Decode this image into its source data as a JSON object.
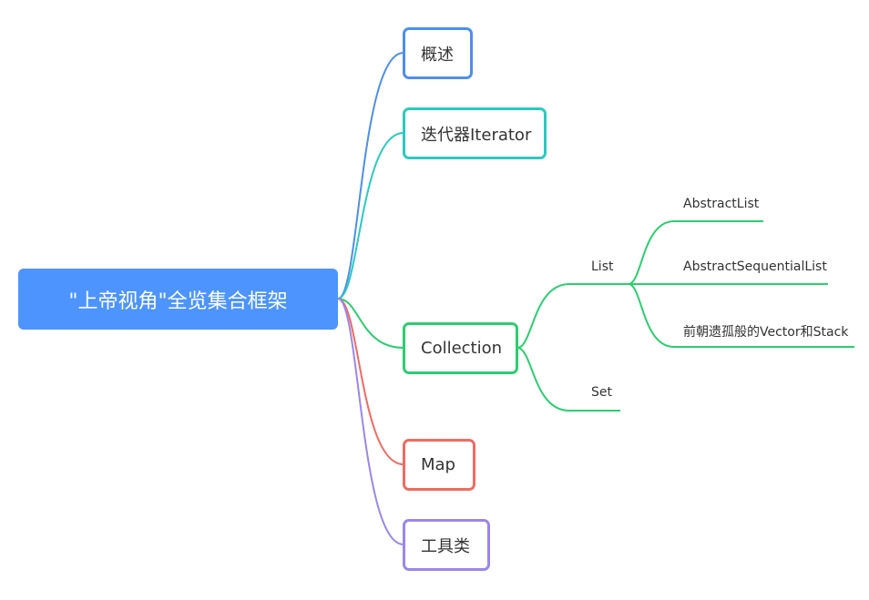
{
  "root": {
    "label": "\"上帝视角\"全览集合框架"
  },
  "branches": [
    {
      "id": "overview",
      "label": "概述",
      "color": "#4f8fe6"
    },
    {
      "id": "iterator",
      "label": "迭代器Iterator",
      "color": "#2cc9c0"
    },
    {
      "id": "collection",
      "label": "Collection",
      "color": "#2ecc71"
    },
    {
      "id": "map",
      "label": "Map",
      "color": "#ee6b63"
    },
    {
      "id": "tools",
      "label": "工具类",
      "color": "#9b87e8"
    }
  ],
  "collection_children": {
    "list": {
      "label": "List"
    },
    "set": {
      "label": "Set"
    }
  },
  "list_children": [
    {
      "label": "AbstractList"
    },
    {
      "label": "AbstractSequentialList"
    },
    {
      "label": "前朝遗孤般的Vector和Stack"
    }
  ]
}
